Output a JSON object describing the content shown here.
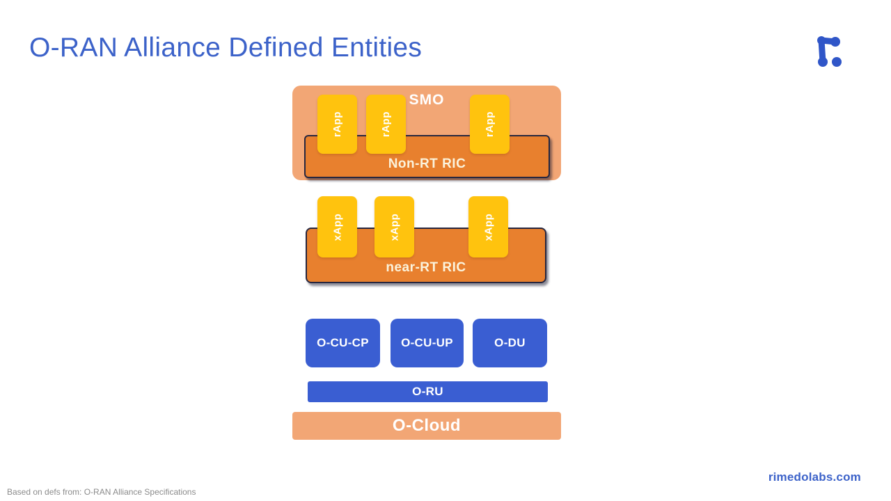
{
  "slide": {
    "title": "O-RAN Alliance Defined Entities",
    "footer_note": "Based on defs from: O-RAN Alliance Specifications",
    "website": "rimedolabs.com"
  },
  "diagram": {
    "smo": {
      "label": "SMO",
      "rapps": [
        "rApp",
        "rApp",
        "rApp"
      ],
      "non_rt_ric_label": "Non-RT RIC"
    },
    "near_rt_ric": {
      "label": "near-RT RIC",
      "xapps": [
        "xApp",
        "xApp",
        "xApp"
      ]
    },
    "ran_nodes": [
      "O-CU-CP",
      "O-CU-UP",
      "O-DU"
    ],
    "o_ru_label": "O-RU",
    "o_cloud_label": "O-Cloud"
  },
  "icons": {
    "logo": "rimedo-labs-logo"
  },
  "colors": {
    "title_blue": "#3C62C9",
    "box_blue": "#3A5ED2",
    "orange": "#E8802E",
    "peach": "#F2A675",
    "yellow": "#FFC30E",
    "border_dark": "#26263F",
    "cream_text": "#FBF3DC",
    "footer_gray": "#8B8B8B",
    "logo_blue": "#3056C8"
  }
}
